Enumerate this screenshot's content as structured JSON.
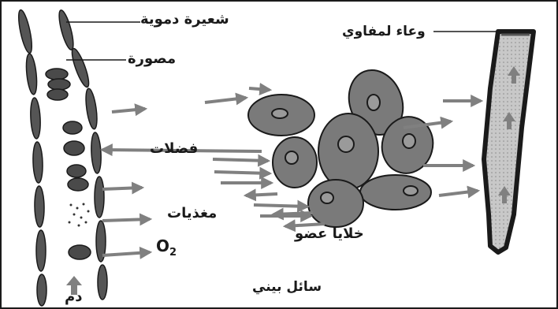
{
  "diagram": {
    "labels": {
      "capillary_wall": "شعيرة دموية",
      "red_blood_cell": "مصورة",
      "lymph_vessel": "وعاء لمفاوي",
      "wastes": "فضلات",
      "nutrients": "مغذيات",
      "oxygen": "O",
      "oxygen_sub": "2",
      "organ_cells": "خلايا عضو",
      "interstitial_fluid": "سائل بيني",
      "blood": "دم"
    },
    "colors": {
      "outline": "#1a1a1a",
      "vessel_wall": "#555555",
      "cell_fill": "#7a7a7a",
      "nucleus_fill": "#9a9a9a",
      "arrow": "#808080",
      "lymph_fill": "#c8c8c8"
    },
    "icons": [
      "right-arrow-icon",
      "left-arrow-icon",
      "up-arrow-icon"
    ]
  }
}
